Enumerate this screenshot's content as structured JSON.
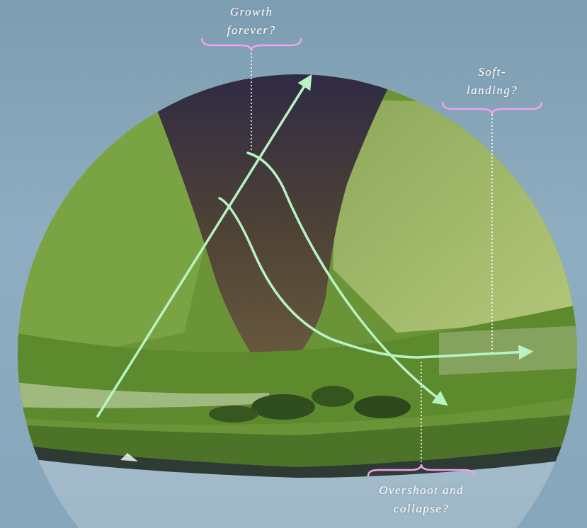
{
  "diagram": {
    "labels": [
      "Growth forever?",
      "Soft- landing?",
      "Overshoot and collapse?"
    ]
  }
}
